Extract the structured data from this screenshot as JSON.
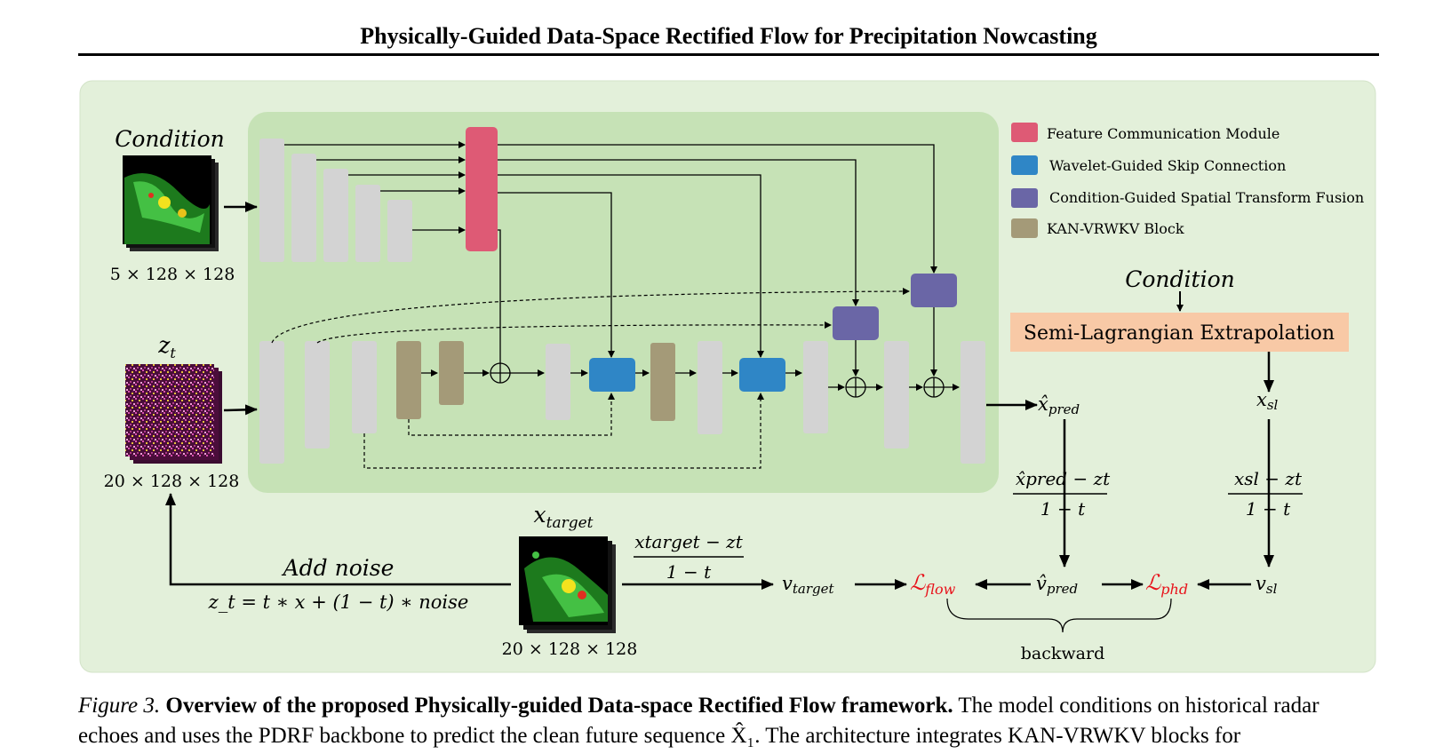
{
  "header": {
    "title": "Physically-Guided Data-Space Rectified Flow for Precipitation Nowcasting"
  },
  "figure": {
    "legend": [
      {
        "label": "Feature Communication Module",
        "color": "#de5a75"
      },
      {
        "label": "Wavelet-Guided Skip Connection",
        "color": "#2f86c6"
      },
      {
        "label": "Condition-Guided Spatial Transform Fusion",
        "color": "#6a66a6"
      },
      {
        "label": "KAN-VRWKV Block",
        "color": "#a49a78"
      }
    ],
    "condition_label": "Condition",
    "condition_dims": "5 × 128 × 128",
    "zt_label": "z",
    "zt_sub": "t",
    "zt_dims": "20 × 128 × 128",
    "xtarget_label": "x",
    "xtarget_sub": "target",
    "xtarget_dims": "20 × 128 × 128",
    "add_noise_label": "Add noise",
    "noise_formula": "z_t = t ∗ x + (1 − t) ∗ noise",
    "right_condition_label": "Condition",
    "extrapolation_label": "Semi-Lagrangian Extrapolation",
    "xpred_label": "x̂",
    "xpred_sub": "pred",
    "xsl_label": "x",
    "xsl_sub": "sl",
    "frac_pred_num": "x̂pred − zt",
    "frac_sl_num": "xsl − zt",
    "frac_den": "1 − t",
    "frac_target_num": "xtarget − zt",
    "vtarget_label": "v",
    "vtarget_sub": "target",
    "vpred_label": "v̂",
    "vpred_sub": "pred",
    "vsl_label": "v",
    "vsl_sub": "sl",
    "loss_flow_label": "ℒ",
    "loss_flow_sub": "flow",
    "loss_phd_label": "ℒ",
    "loss_phd_sub": "phd",
    "backward_label": "backward",
    "colors": {
      "outer_bg": "#e3f0da",
      "inner_bg": "#c6e2b6",
      "gray_block": "#d3d3d3",
      "extrapolation_bg": "#f8c9a6",
      "loss_red": "#e8121b"
    }
  },
  "caption": {
    "fig_no": "Figure 3.",
    "title": "Overview of the proposed Physically-guided Data-space Rectified Flow framework.",
    "body": "The model conditions on historical radar echoes and uses the PDRF backbone to predict the clean future sequence X̂₁. The architecture integrates KAN-VRWKV blocks for"
  }
}
